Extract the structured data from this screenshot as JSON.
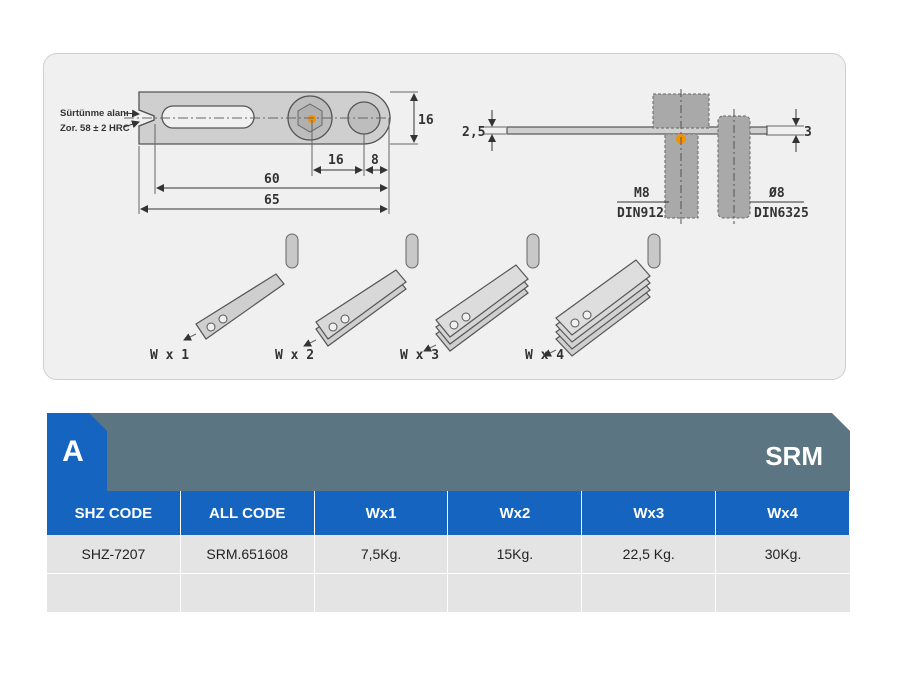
{
  "drawing": {
    "friction_note_line1": "Sürtünme alanı",
    "friction_note_line2": "Zor. 58 ± 2 HRC",
    "dim_16_height": "16",
    "dim_16_hole": "16",
    "dim_8": "8",
    "dim_60": "60",
    "dim_65": "65",
    "dim_2_5": "2,5",
    "dim_3": "3",
    "label_m8": "M8",
    "label_din912": "DIN912",
    "label_d8": "Ø8",
    "label_din6325": "DIN6325",
    "variant_labels": [
      "W x 1",
      "W x 2",
      "W x 3",
      "W x 4"
    ],
    "colors": {
      "pin_hole": "#f39200",
      "part_fill": "#cfcfcf",
      "bolt_fill": "#a9a9a9"
    }
  },
  "section": {
    "badge": "A",
    "title": "SRM"
  },
  "table": {
    "headers": [
      "SHZ CODE",
      "ALL CODE",
      "Wx1",
      "Wx2",
      "Wx3",
      "Wx4"
    ],
    "rows": [
      [
        "SHZ-7207",
        "SRM.651608",
        "7,5Kg.",
        "15Kg.",
        "22,5 Kg.",
        "30Kg."
      ],
      [
        "",
        "",
        "",
        "",
        "",
        ""
      ]
    ]
  },
  "colors": {
    "header_blue": "#1565c0",
    "bar_slate": "#5b7582",
    "cell_gray": "#e4e4e4"
  }
}
